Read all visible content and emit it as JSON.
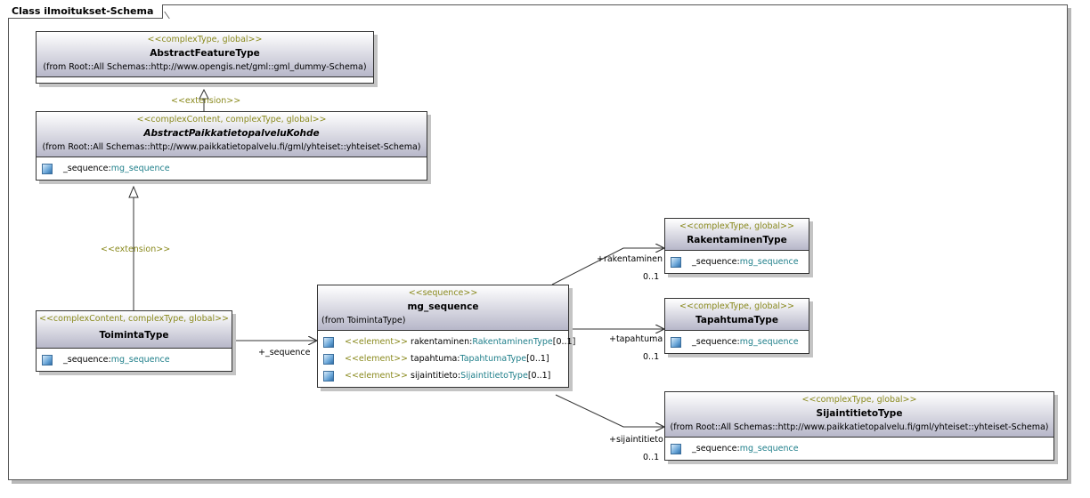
{
  "frame": {
    "title": "Class ilmoitukset-Schema"
  },
  "classes": {
    "abstract_feature": {
      "stereotype": "<<complexType, global>>",
      "name": "AbstractFeatureType",
      "from": "(from Root::All Schemas::http://www.opengis.net/gml::gml_dummy-Schema)"
    },
    "abstract_pkp": {
      "stereotype": "<<complexContent, complexType, global>>",
      "name": "AbstractPaikkatietopalveluKohde",
      "from": "(from Root::All Schemas::http://www.paikkatietopalvelu.fi/gml/yhteiset::yhteiset-Schema)",
      "attr_name": "_sequence:",
      "attr_type": "mg_sequence"
    },
    "toiminta": {
      "stereotype": "<<complexContent, complexType, global>>",
      "name": "ToimintaType",
      "attr_name": "_sequence:",
      "attr_type": "mg_sequence"
    },
    "mg_sequence": {
      "stereotype": "<<sequence>>",
      "name": "mg_sequence",
      "from": "(from ToimintaType)",
      "elements": [
        {
          "stereo": "<<element>>",
          "name": "rakentaminen:",
          "type": "RakentaminenType",
          "mult": "[0..1]"
        },
        {
          "stereo": "<<element>>",
          "name": "tapahtuma:",
          "type": "TapahtumaType",
          "mult": "[0..1]"
        },
        {
          "stereo": "<<element>>",
          "name": "sijaintitieto:",
          "type": "SijaintitietoType",
          "mult": "[0..1]"
        }
      ]
    },
    "rakentaminen": {
      "stereotype": "<<complexType, global>>",
      "name": "RakentaminenType",
      "attr_name": "_sequence:",
      "attr_type": "mg_sequence"
    },
    "tapahtuma": {
      "stereotype": "<<complexType, global>>",
      "name": "TapahtumaType",
      "attr_name": "_sequence:",
      "attr_type": "mg_sequence"
    },
    "sijaintitieto": {
      "stereotype": "<<complexType, global>>",
      "name": "SijaintitietoType",
      "from": "(from Root::All Schemas::http://www.paikkatietopalvelu.fi/gml/yhteiset::yhteiset-Schema)",
      "attr_name": "_sequence:",
      "attr_type": "mg_sequence"
    }
  },
  "labels": {
    "extension_top": "<<extension>>",
    "extension_mid": "<<extension>>",
    "seq_role": "+_sequence",
    "rak_role": "+rakentaminen",
    "rak_mult": "0..1",
    "tap_role": "+tapahtuma",
    "tap_mult": "0..1",
    "sij_role": "+sijaintitieto",
    "sij_mult": "0..1"
  },
  "colors": {
    "stereotype": "#8a8a1e",
    "type_ref": "#1f7f8a",
    "header_gradient_end": "#b7b7c9"
  }
}
